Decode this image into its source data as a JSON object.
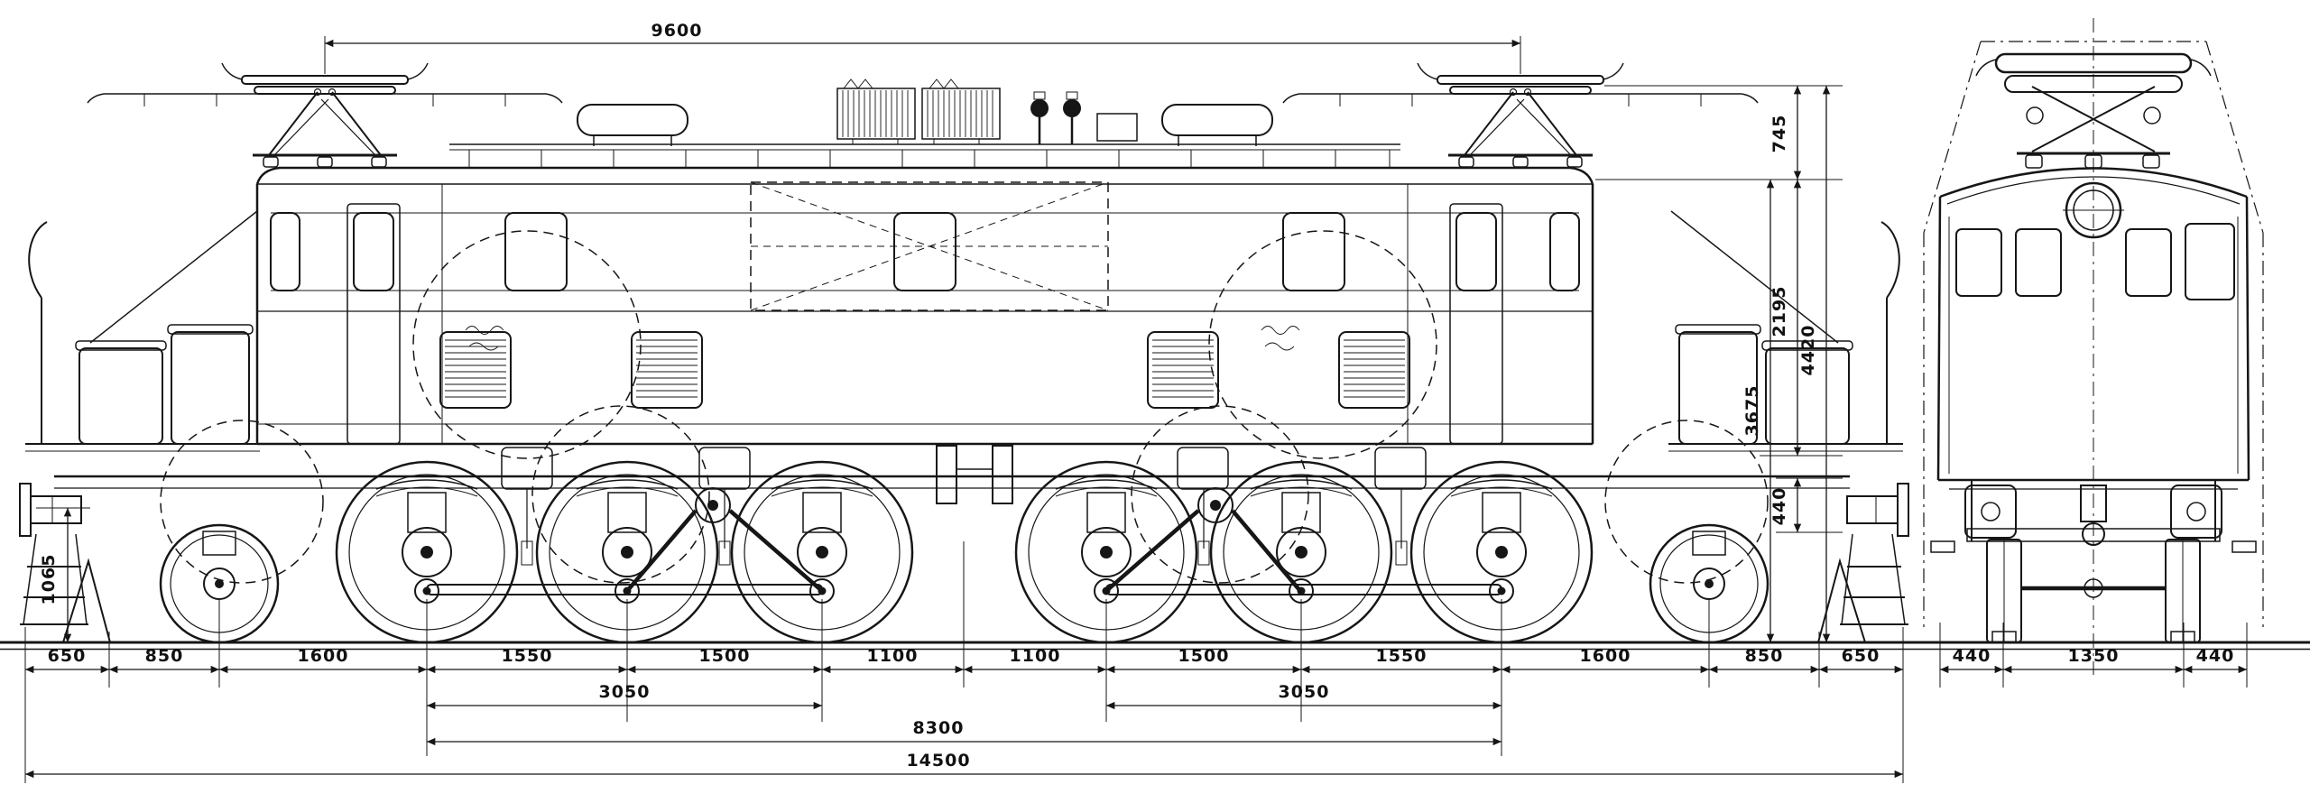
{
  "drawing": {
    "type": "electric-locomotive-blueprint",
    "line_color": "#161616",
    "paper_color": "#ffffff"
  },
  "dims": {
    "top_span": "9600",
    "buffer_height": "1065",
    "right_chain": {
      "panto_band": "745",
      "body_side": "2195",
      "overall_height": "4420",
      "eaves_height": "3675",
      "frame_band": "440"
    },
    "axle_row": [
      "650",
      "850",
      "1600",
      "1550",
      "1500",
      "1100",
      "1100",
      "1500",
      "1550",
      "1600",
      "850",
      "650"
    ],
    "bogie_left": "3050",
    "bogie_right": "3050",
    "inner_span": "8300",
    "overall_length": "14500",
    "front_row": [
      "440",
      "1350",
      "440"
    ]
  }
}
